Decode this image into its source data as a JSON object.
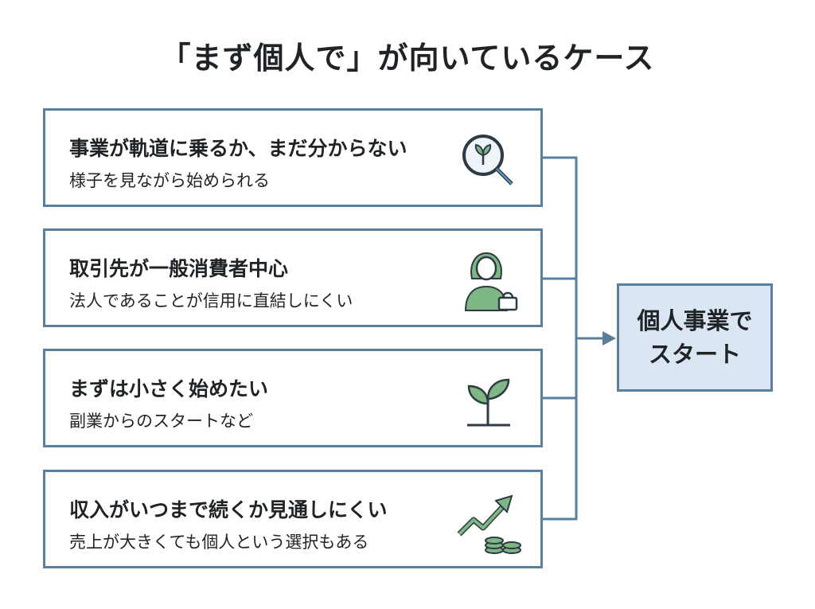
{
  "title": "「まず個人で」が向いているケース",
  "cases": [
    {
      "heading": "事業が軌道に乗るか、まだ分からない",
      "sub": "様子を見ながら始められる",
      "icon": "magnifier-sprout-icon"
    },
    {
      "heading": "取引先が一般消費者中心",
      "sub": "法人であることが信用に直結しにくい",
      "icon": "shopper-woman-icon"
    },
    {
      "heading": "まずは小さく始めたい",
      "sub": "副業からのスタートなど",
      "icon": "sprout-icon"
    },
    {
      "heading": "収入がいつまで続くか見通しにくい",
      "sub": "売上が大きくても個人という選択もある",
      "icon": "growth-arrow-coins-icon"
    }
  ],
  "result": {
    "line1": "個人事業で",
    "line2": "スタート"
  },
  "colors": {
    "border": "#5a7f9c",
    "result_bg": "#dae7f3",
    "icon_green": "#7fb685"
  }
}
